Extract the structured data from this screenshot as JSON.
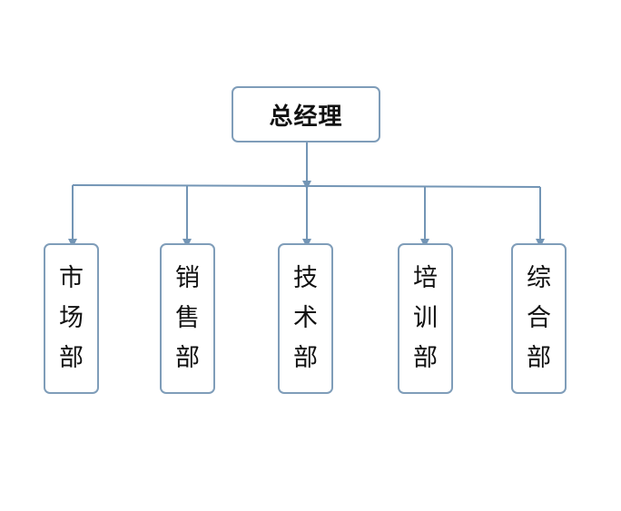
{
  "root": {
    "label": "总经理"
  },
  "departments": [
    {
      "label": "市场部"
    },
    {
      "label": "销售部"
    },
    {
      "label": "技术部"
    },
    {
      "label": "培训部"
    },
    {
      "label": "综合部"
    }
  ],
  "colors": {
    "border": "#7f9db9",
    "connector": "#7395b5",
    "text": "#111111",
    "background": "#ffffff"
  }
}
